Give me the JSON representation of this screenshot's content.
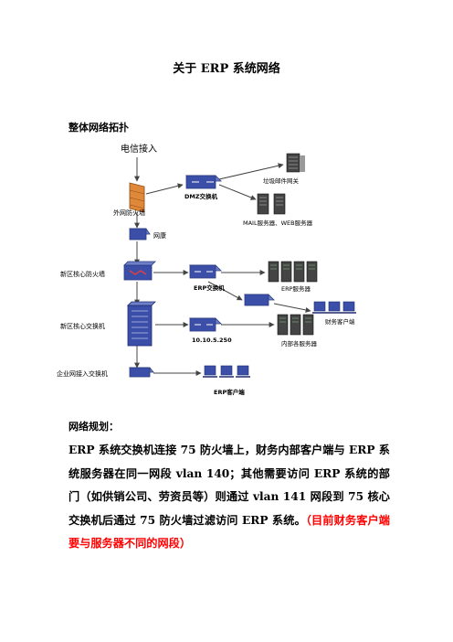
{
  "title": "关于 ERP 系统网络",
  "section_topology": "整体网络拓扑",
  "diagram": {
    "telecom_in": "电信接入",
    "outer_firewall": "外网防火墙",
    "dmz_switch": "DMZ交换机",
    "spam_gateway": "垃圾邮件网关",
    "mail_web_servers": "MAIL服务器、WEB服务器",
    "wangkang": "网康",
    "core_firewall": "新区核心防火墙",
    "erp_switch": "ERP交换机",
    "erp_servers": "ERP服务器",
    "finance_clients": "财务客户端",
    "core_switch": "新区核心交换机",
    "ip_switch": "10.10.5.250",
    "internal_servers": "内部各服务器",
    "access_switch": "企业网接入交换机",
    "erp_clients": "ERP客户端"
  },
  "section_plan": "网络规划：",
  "plan_text": "ERP 系统交换机连接 75 防火墙上，财务内部客户端与 ERP 系统服务器在同一网段 vlan 140；其他需要访问 ERP 系统的部门（如供销公司、劳资员等）则通过 vlan 141 网段到 75 核心交换机后通过 75 防火墙过滤访问 ERP 系统。",
  "plan_note": "（目前财务客户端要与服务器不同的网段）",
  "colors": {
    "note_red": "#ff0000",
    "device_blue": "#3c4fa8",
    "firewall_orange": "#e0883a"
  }
}
